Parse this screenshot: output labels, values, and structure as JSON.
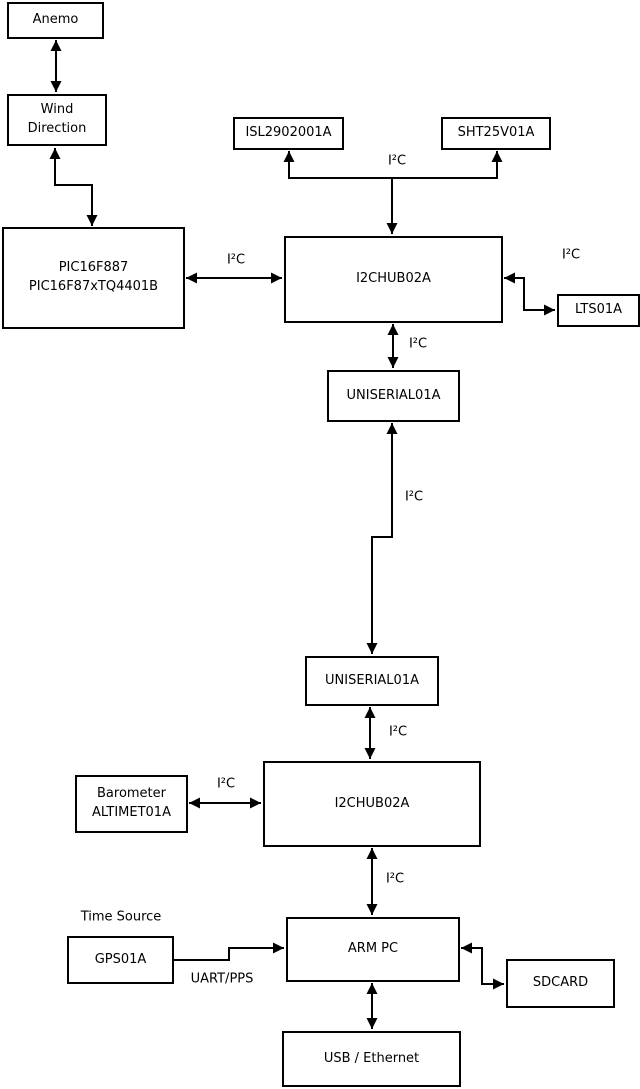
{
  "diagram": {
    "background_color": "#ffffff",
    "line_color": "#000000",
    "box_fill_color": "#ffffff",
    "nodes": {
      "anemo": {
        "label": "Anemo"
      },
      "wind_direction": {
        "label": "Wind\nDirection"
      },
      "pic": {
        "label": "PIC16F887\nPIC16F87xTQ4401B"
      },
      "isl": {
        "label": "ISL2902001A"
      },
      "sht": {
        "label": "SHT25V01A"
      },
      "hub1": {
        "label": "I2CHUB02A"
      },
      "lts": {
        "label": "LTS01A"
      },
      "uniserial1": {
        "label": "UNISERIAL01A"
      },
      "uniserial2": {
        "label": "UNISERIAL01A"
      },
      "hub2": {
        "label": "I2CHUB02A"
      },
      "barometer": {
        "label": "Barometer\nALTIMET01A"
      },
      "arm_pc": {
        "label": "ARM PC"
      },
      "gps": {
        "label": "GPS01A"
      },
      "sdcard": {
        "label": "SDCARD"
      },
      "usb_ethernet": {
        "label": "USB / Ethernet"
      }
    },
    "edge_labels": {
      "i2c_sensor_bus": "I²C",
      "i2c_pic_hub1": "I²C",
      "i2c_hub1_lts": "I²C",
      "i2c_hub1_uniserial1": "I²C",
      "i2c_uniserial_link": "I²C",
      "i2c_uniserial2_hub2": "I²C",
      "i2c_barometer_hub2": "I²C",
      "i2c_hub2_armpc": "I²C",
      "uart_pps": "UART/PPS",
      "time_source": "Time Source"
    }
  }
}
